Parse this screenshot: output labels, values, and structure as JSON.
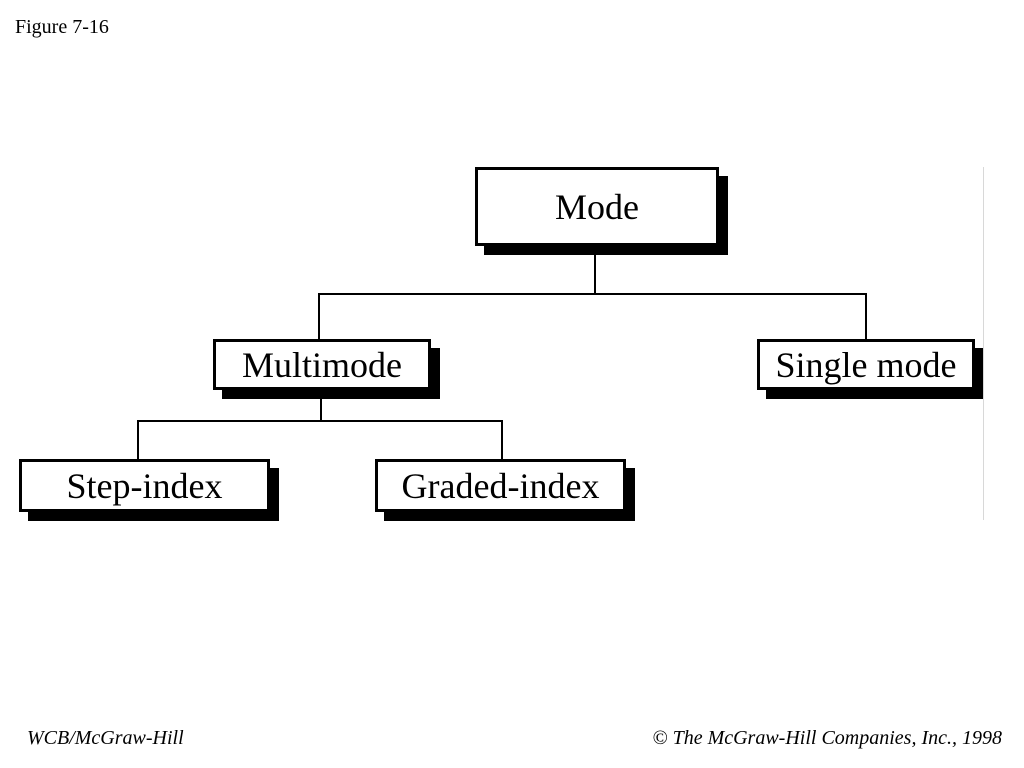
{
  "figure_label": "Figure 7-16",
  "tree": {
    "root": "Mode",
    "multimode": "Multimode",
    "single_mode": "Single mode",
    "step_index": "Step-index",
    "graded_index": "Graded-index"
  },
  "footer": {
    "publisher": "WCB/McGraw-Hill",
    "copyright_symbol": "©",
    "copyright": "The McGraw-Hill Companies, Inc., 1998"
  }
}
